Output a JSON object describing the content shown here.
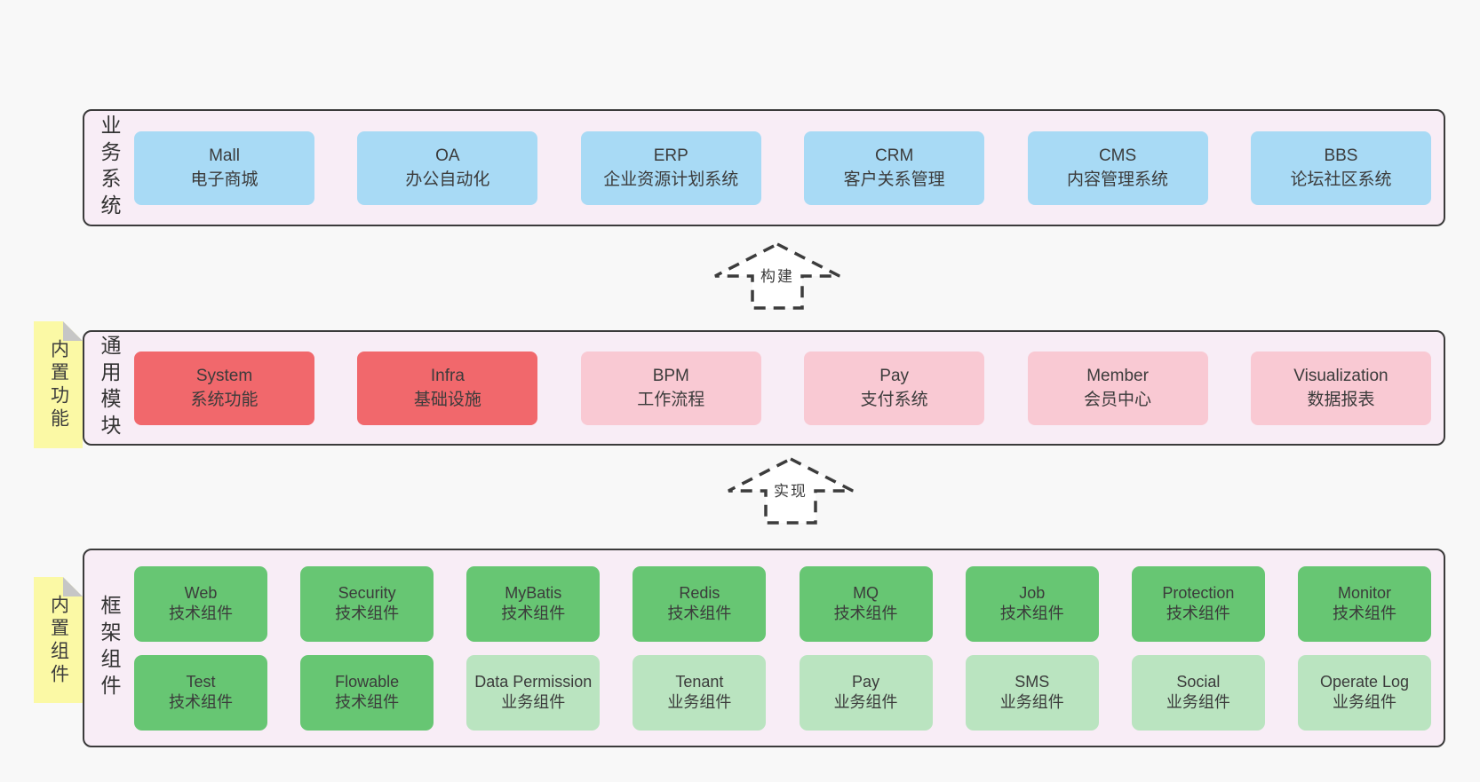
{
  "colors": {
    "page_bg": "#f8f8f8",
    "panel_bg": "#f8edf6",
    "panel_border": "#3b3b3b",
    "blue_box": "#a8daf5",
    "red_box": "#f1686c",
    "pink_box": "#f9c9d3",
    "green_box": "#67c673",
    "green_light_box": "#bae4c0",
    "note_bg": "#fbf9a5",
    "note_fold": "#c6c6c6",
    "text": "#3b3b3b"
  },
  "layers": {
    "business": {
      "label": "业务系统",
      "boxes": [
        {
          "title": "Mall",
          "subtitle": "电子商城",
          "variant": "blue"
        },
        {
          "title": "OA",
          "subtitle": "办公自动化",
          "variant": "blue"
        },
        {
          "title": "ERP",
          "subtitle": "企业资源计划系统",
          "variant": "blue"
        },
        {
          "title": "CRM",
          "subtitle": "客户关系管理",
          "variant": "blue"
        },
        {
          "title": "CMS",
          "subtitle": "内容管理系统",
          "variant": "blue"
        },
        {
          "title": "BBS",
          "subtitle": "论坛社区系统",
          "variant": "blue"
        }
      ]
    },
    "common": {
      "label": "通用模块",
      "note": "内置功能",
      "boxes": [
        {
          "title": "System",
          "subtitle": "系统功能",
          "variant": "red"
        },
        {
          "title": "Infra",
          "subtitle": "基础设施",
          "variant": "red"
        },
        {
          "title": "BPM",
          "subtitle": "工作流程",
          "variant": "pink"
        },
        {
          "title": "Pay",
          "subtitle": "支付系统",
          "variant": "pink"
        },
        {
          "title": "Member",
          "subtitle": "会员中心",
          "variant": "pink"
        },
        {
          "title": "Visualization",
          "subtitle": "数据报表",
          "variant": "pink"
        }
      ]
    },
    "framework": {
      "label": "框架组件",
      "note": "内置组件",
      "row1": [
        {
          "title": "Web",
          "subtitle": "技术组件",
          "variant": "green"
        },
        {
          "title": "Security",
          "subtitle": "技术组件",
          "variant": "green"
        },
        {
          "title": "MyBatis",
          "subtitle": "技术组件",
          "variant": "green"
        },
        {
          "title": "Redis",
          "subtitle": "技术组件",
          "variant": "green"
        },
        {
          "title": "MQ",
          "subtitle": "技术组件",
          "variant": "green"
        },
        {
          "title": "Job",
          "subtitle": "技术组件",
          "variant": "green"
        },
        {
          "title": "Protection",
          "subtitle": "技术组件",
          "variant": "green"
        },
        {
          "title": "Monitor",
          "subtitle": "技术组件",
          "variant": "green"
        }
      ],
      "row2": [
        {
          "title": "Test",
          "subtitle": "技术组件",
          "variant": "green"
        },
        {
          "title": "Flowable",
          "subtitle": "技术组件",
          "variant": "green"
        },
        {
          "title": "Data Permission",
          "subtitle": "业务组件",
          "variant": "green-light"
        },
        {
          "title": "Tenant",
          "subtitle": "业务组件",
          "variant": "green-light"
        },
        {
          "title": "Pay",
          "subtitle": "业务组件",
          "variant": "green-light"
        },
        {
          "title": "SMS",
          "subtitle": "业务组件",
          "variant": "green-light"
        },
        {
          "title": "Social",
          "subtitle": "业务组件",
          "variant": "green-light"
        },
        {
          "title": "Operate Log",
          "subtitle": "业务组件",
          "variant": "green-light"
        }
      ]
    }
  },
  "arrows": [
    {
      "label": "构建"
    },
    {
      "label": "实现"
    }
  ]
}
